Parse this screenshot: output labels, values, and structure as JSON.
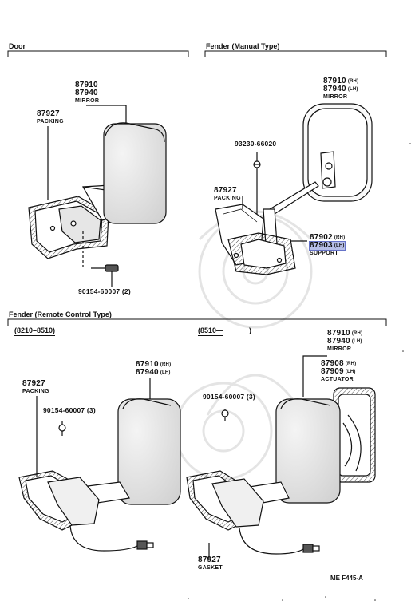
{
  "sections": {
    "door": "Door",
    "fender_manual": "Fender (Manual Type)",
    "fender_remote": "Fender (Remote Control Type)",
    "remote_early": "(8210–8510)",
    "remote_late": "(8510—",
    "remote_late_close": ")"
  },
  "door_parts": {
    "mirror": {
      "pn1": "87910",
      "pn2": "87940",
      "name": "MIRROR"
    },
    "packing": {
      "pn": "87927",
      "name": "PACKING"
    },
    "screw": {
      "pn": "90154-60007 (2)"
    }
  },
  "manual_parts": {
    "mirror": {
      "pn1": "87910",
      "side1": "(RH)",
      "pn2": "87940",
      "side2": "(LH)",
      "name": "MIRROR"
    },
    "bolt": {
      "pn": "93230-66020"
    },
    "packing": {
      "pn": "87927",
      "name": "PACKING"
    },
    "support": {
      "pn1": "87902",
      "side1": "(RH)",
      "pn2": "87903",
      "side2": "(LH)",
      "name": "SUPPORT"
    }
  },
  "remote_parts": {
    "packing": {
      "pn": "87927",
      "name": "PACKING"
    },
    "screw_left": {
      "pn": "90154-60007 (3)"
    },
    "mirror_left": {
      "pn1": "87910",
      "side1": "(RH)",
      "pn2": "87940",
      "side2": "(LH)"
    },
    "screw_right": {
      "pn": "90154-60007 (3)"
    },
    "mirror_right": {
      "pn1": "87910",
      "side1": "(RH)",
      "pn2": "87940",
      "side2": "(LH)",
      "name": "MIRROR"
    },
    "actuator": {
      "pn1": "87908",
      "side1": "(RH)",
      "pn2": "87909",
      "side2": "(LH)",
      "name": "ACTUATOR"
    },
    "gasket": {
      "pn": "87927",
      "name": "GASKET"
    }
  },
  "figure_code": "ME  F445-A"
}
